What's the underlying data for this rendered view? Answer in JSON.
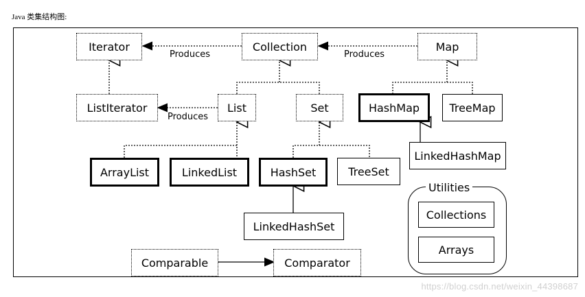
{
  "caption": "Java 类集结构图:",
  "nodes": {
    "iterator": "Iterator",
    "collection": "Collection",
    "map": "Map",
    "listiterator": "ListIterator",
    "list": "List",
    "set": "Set",
    "hashmap": "HashMap",
    "treemap": "TreeMap",
    "arraylist": "ArrayList",
    "linkedlist": "LinkedList",
    "hashset": "HashSet",
    "treeset": "TreeSet",
    "linkedhashmap": "LinkedHashMap",
    "linkedhashset": "LinkedHashSet",
    "comparable": "Comparable",
    "comparator": "Comparator"
  },
  "edge_labels": {
    "collection_to_iterator": "Produces",
    "map_to_collection": "Produces",
    "list_to_listiterator": "Produces"
  },
  "utilities": {
    "title": "Utilities",
    "collections": "Collections",
    "arrays": "Arrays"
  },
  "watermark": "https://blog.csdn.net/weixin_44398687"
}
